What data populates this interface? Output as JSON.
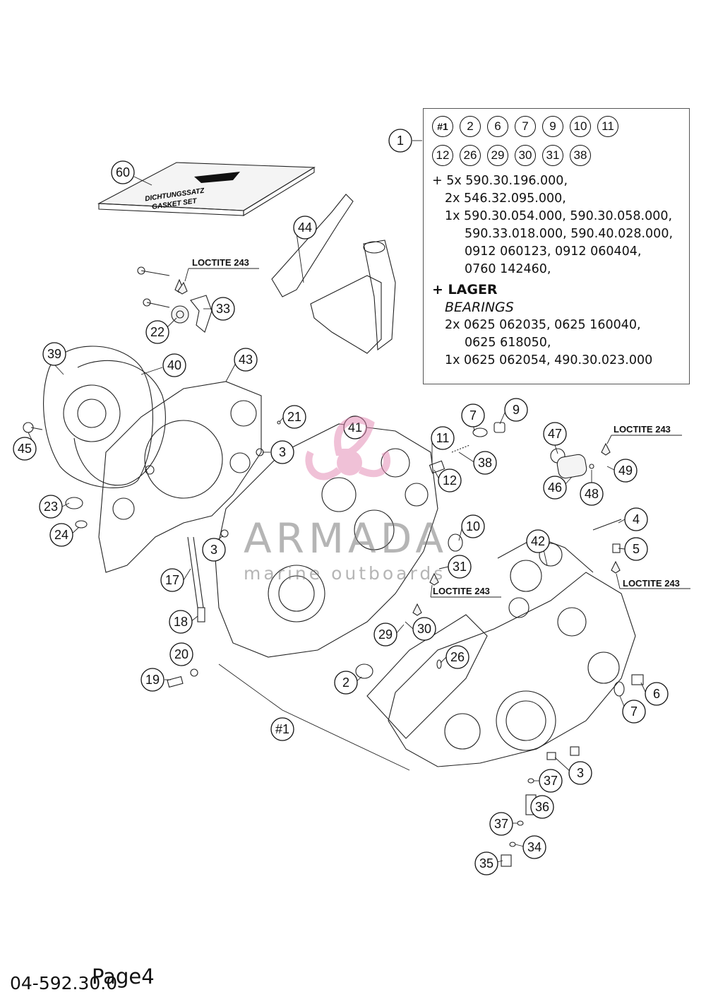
{
  "kit": {
    "callout": "1",
    "row1": [
      "#1",
      "2",
      "6",
      "7",
      "9",
      "10",
      "11"
    ],
    "row2": [
      "12",
      "26",
      "29",
      "30",
      "31",
      "38"
    ],
    "lines": [
      "+ 5x 590.30.196.000,",
      "2x 546.32.095.000,",
      "1x 590.30.054.000, 590.30.058.000,",
      "590.33.018.000, 590.40.028.000,",
      "0912 060123, 0912 060404,",
      "0760 142460,"
    ],
    "bearings_heading": "+ LAGER",
    "bearings_subheading": "BEARINGS",
    "bearing_lines": [
      "2x 0625 062035, 0625 160040,",
      "0625 618050,",
      "1x 0625 062054, 490.30.023.000"
    ]
  },
  "gasket_set": {
    "callout": "60",
    "line1": "DICHTUNGSSATZ",
    "line2": "GASKET SET"
  },
  "loctite_labels": [
    "LOCTITE 243",
    "LOCTITE 243",
    "LOCTITE 243",
    "LOCTITE 243"
  ],
  "callouts": [
    "44",
    "33",
    "22",
    "39",
    "40",
    "43",
    "21",
    "3",
    "45",
    "23",
    "24",
    "3",
    "17",
    "18",
    "20",
    "19",
    "41",
    "11",
    "7",
    "9",
    "38",
    "12",
    "10",
    "31",
    "30",
    "29",
    "2",
    "#1",
    "26",
    "47",
    "49",
    "46",
    "48",
    "4",
    "5",
    "42",
    "6",
    "7",
    "3",
    "37",
    "36",
    "37",
    "34",
    "35"
  ],
  "watermark": {
    "title": "ARMADA",
    "subtitle": "marine outboards"
  },
  "footer": {
    "doc_code": "04-592.30.0",
    "page_label": "Page4"
  }
}
